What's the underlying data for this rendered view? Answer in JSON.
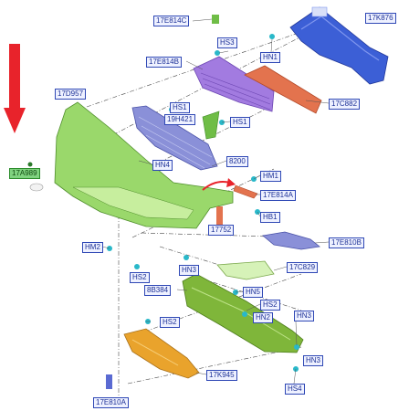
{
  "colors": {
    "label_border": "#2f48b5",
    "label_bg": "#eef1ff",
    "highlight_label_bg": "#7fd27f",
    "arrow": "#e8232b",
    "bumper": "#9ad86b",
    "reinforcement": "#3c5fd6",
    "grille_upper": "#a27be0",
    "grille_lower": "#8a90d8",
    "bracket": "#e3734e",
    "lower_spoiler": "#7fb63a",
    "skid_plate": "#e9a32c"
  },
  "labels": {
    "l_17e814c": "17E814C",
    "l_17k876": "17K876",
    "l_hs3": "HS3",
    "l_hn1": "HN1",
    "l_17e814b": "17E814B",
    "l_17d957": "17D957",
    "l_17c882": "17C882",
    "l_hs1a": "HS1",
    "l_19h421": "19H421",
    "l_hs1b": "HS1",
    "l_hn4": "HN4",
    "l_8200": "8200",
    "l_17a989": "17A989",
    "l_hm1": "HM1",
    "l_17e814a": "17E814A",
    "l_hb1": "HB1",
    "l_17752": "17752",
    "l_17e810b": "17E810B",
    "l_hm2": "HM2",
    "l_hs2a": "HS2",
    "l_hn3a": "HN3",
    "l_17c829": "17C829",
    "l_8b384": "8B384",
    "l_hn5": "HN5",
    "l_hs2b": "HS2",
    "l_hn2": "HN2",
    "l_hs2c": "HS2",
    "l_hn3b": "HN3",
    "l_hn3c": "HN3",
    "l_17k945": "17K945",
    "l_hs4": "HS4",
    "l_17e810a": "17E810A"
  }
}
